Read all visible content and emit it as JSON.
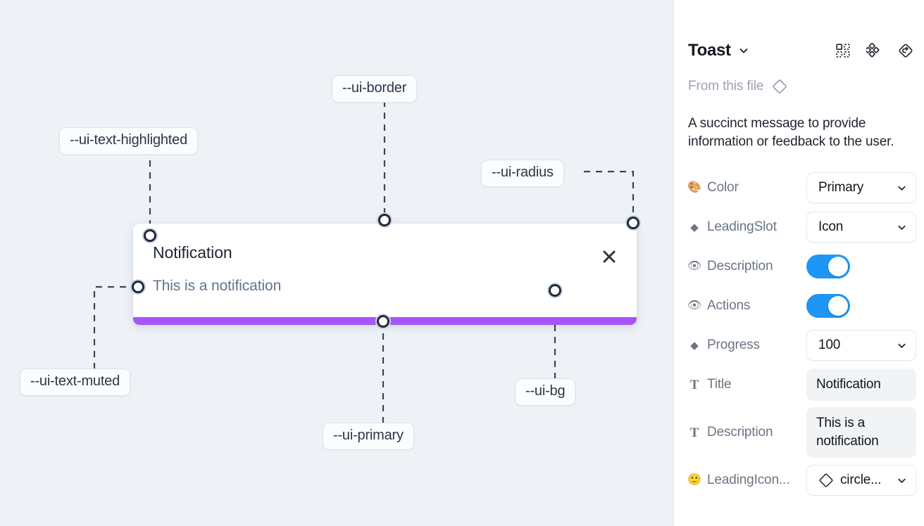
{
  "canvas": {
    "background_color": "#eef2f7",
    "toast": {
      "title": "Notification",
      "description": "This is a notification",
      "close_icon": "close-x-icon",
      "progress_color": "#a855f7",
      "background_color": "#ffffff"
    },
    "callouts": [
      {
        "id": "ui-border",
        "label": "--ui-border"
      },
      {
        "id": "ui-text-highlighted",
        "label": "--ui-text-highlighted"
      },
      {
        "id": "ui-radius",
        "label": "--ui-radius"
      },
      {
        "id": "ui-text-muted",
        "label": "--ui-text-muted"
      },
      {
        "id": "ui-primary",
        "label": "--ui-primary"
      },
      {
        "id": "ui-bg",
        "label": "--ui-bg"
      }
    ]
  },
  "panel": {
    "title": "Toast",
    "title_chevron_icon": "chevron-down-icon",
    "header_icons": [
      "component-grid-icon",
      "variants-cluster-icon",
      "reset-diamond-icon"
    ],
    "from_file_label": "From this file",
    "from_file_icon": "diamond-icon",
    "description": "A succinct message to provide information or feedback to the user.",
    "properties": [
      {
        "icon": "palette-emoji",
        "icon_glyph": "🎨",
        "label": "Color",
        "control": "select",
        "value": "Primary"
      },
      {
        "icon": "diamond-icon",
        "icon_glyph": "◆",
        "label": "LeadingSlot",
        "control": "select",
        "value": "Icon"
      },
      {
        "icon": "eye-emoji",
        "icon_glyph": "👁",
        "label": "Description",
        "control": "toggle",
        "value": "on"
      },
      {
        "icon": "eye-emoji",
        "icon_glyph": "👁",
        "label": "Actions",
        "control": "toggle",
        "value": "on"
      },
      {
        "icon": "diamond-icon",
        "icon_glyph": "◆",
        "label": "Progress",
        "control": "select",
        "value": "100"
      },
      {
        "icon": "text-t-icon",
        "icon_glyph": "T",
        "label": "Title",
        "control": "text",
        "value": "Notification"
      },
      {
        "icon": "text-t-icon",
        "icon_glyph": "T",
        "label": "Description",
        "control": "text",
        "value": "This is a notification"
      },
      {
        "icon": "smiley-emoji",
        "icon_glyph": "🙂",
        "label": "LeadingIcon...",
        "control": "icon-select",
        "value": "circle..."
      }
    ],
    "toggle_on_color": "#1e96f5"
  }
}
